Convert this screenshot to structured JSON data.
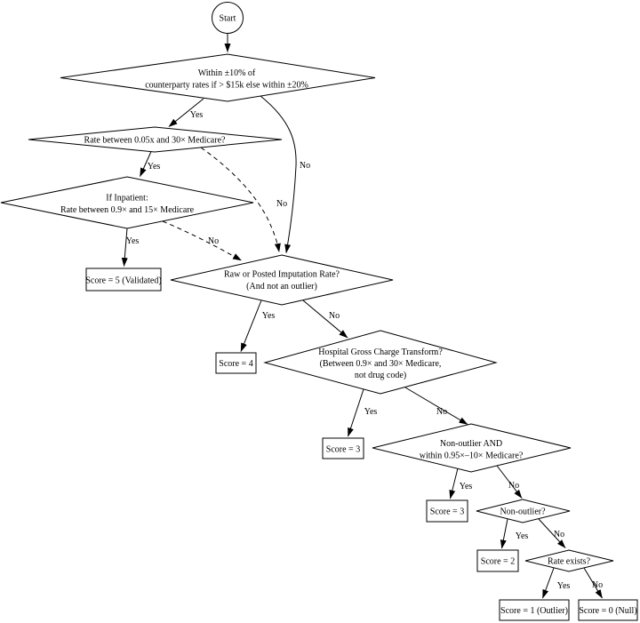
{
  "diagram": {
    "background_color": "#ffffff",
    "stroke_color": "#000000",
    "text_color": "#000000",
    "start": {
      "label": "Start"
    },
    "nodes": {
      "counterparty_check": {
        "type": "decision",
        "lines": [
          "Within ±10% of",
          "counterparty rates if > $15k else within ±20%"
        ]
      },
      "medicare_band_check": {
        "type": "decision",
        "lines": [
          "Rate between 0.05x and 30× Medicare?"
        ]
      },
      "inpatient_check": {
        "type": "decision",
        "lines": [
          "If Inpatient:",
          "Rate between 0.9× and 15× Medicare"
        ]
      },
      "score_5": {
        "type": "result",
        "label": "Score = 5 (Validated)"
      },
      "imputation_check": {
        "type": "decision",
        "lines": [
          "Raw or Posted Imputation Rate?",
          "(And not an outlier)"
        ]
      },
      "score_4": {
        "type": "result",
        "label": "Score = 4"
      },
      "gross_charge_check": {
        "type": "decision",
        "lines": [
          "Hospital Gross Charge Transform?",
          "(Between 0.9× and 30× Medicare,",
          "not drug code)"
        ]
      },
      "score_3_a": {
        "type": "result",
        "label": "Score = 3"
      },
      "nonoutlier_band_check": {
        "type": "decision",
        "lines": [
          "Non-outlier AND",
          "within 0.95×–10× Medicare?"
        ]
      },
      "score_3_b": {
        "type": "result",
        "label": "Score = 3"
      },
      "nonoutlier_check": {
        "type": "decision",
        "lines": [
          "Non-outlier?"
        ]
      },
      "score_2": {
        "type": "result",
        "label": "Score = 2"
      },
      "rate_exists_check": {
        "type": "decision",
        "lines": [
          "Rate exists?"
        ]
      },
      "score_1": {
        "type": "result",
        "label": "Score = 1 (Outlier)"
      },
      "score_0": {
        "type": "result",
        "label": "Score = 0 (Null)"
      }
    },
    "edges": {
      "counterparty_yes": {
        "label": "Yes",
        "style": "solid"
      },
      "counterparty_no": {
        "label": "No",
        "style": "solid"
      },
      "medicare_band_yes": {
        "label": "Yes",
        "style": "solid"
      },
      "medicare_band_no": {
        "label": "No",
        "style": "dashed"
      },
      "inpatient_yes": {
        "label": "Yes",
        "style": "solid"
      },
      "inpatient_no": {
        "label": "No",
        "style": "dashed"
      },
      "imputation_yes": {
        "label": "Yes",
        "style": "solid"
      },
      "imputation_no": {
        "label": "No",
        "style": "solid"
      },
      "gross_charge_yes": {
        "label": "Yes",
        "style": "solid"
      },
      "gross_charge_no": {
        "label": "No",
        "style": "solid"
      },
      "nonoutlier_band_yes": {
        "label": "Yes",
        "style": "solid"
      },
      "nonoutlier_band_no": {
        "label": "No",
        "style": "solid"
      },
      "nonoutlier_yes": {
        "label": "Yes",
        "style": "solid"
      },
      "nonoutlier_no": {
        "label": "No",
        "style": "solid"
      },
      "rate_exists_yes": {
        "label": "Yes",
        "style": "solid"
      },
      "rate_exists_no": {
        "label": "No",
        "style": "solid"
      }
    }
  }
}
